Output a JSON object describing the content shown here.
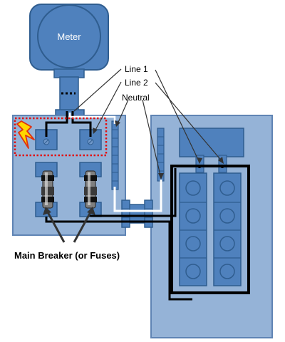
{
  "labels": {
    "meter": "Meter",
    "line1": "Line 1",
    "line2": "Line 2",
    "neutral": "Neutral",
    "main_breaker": "Main Breaker (or Fuses)"
  },
  "colors": {
    "panel_fill": "#95b3d7",
    "panel_stroke": "#5f84b4",
    "component_fill": "#4f81bd",
    "component_stroke": "#2f5d8f",
    "hot_wire": "#000000",
    "neutral_wire": "#ffffff",
    "danger_outline": "#e01010",
    "lightning_fill": "#ffd700",
    "lightning_stroke": "#e03010"
  }
}
